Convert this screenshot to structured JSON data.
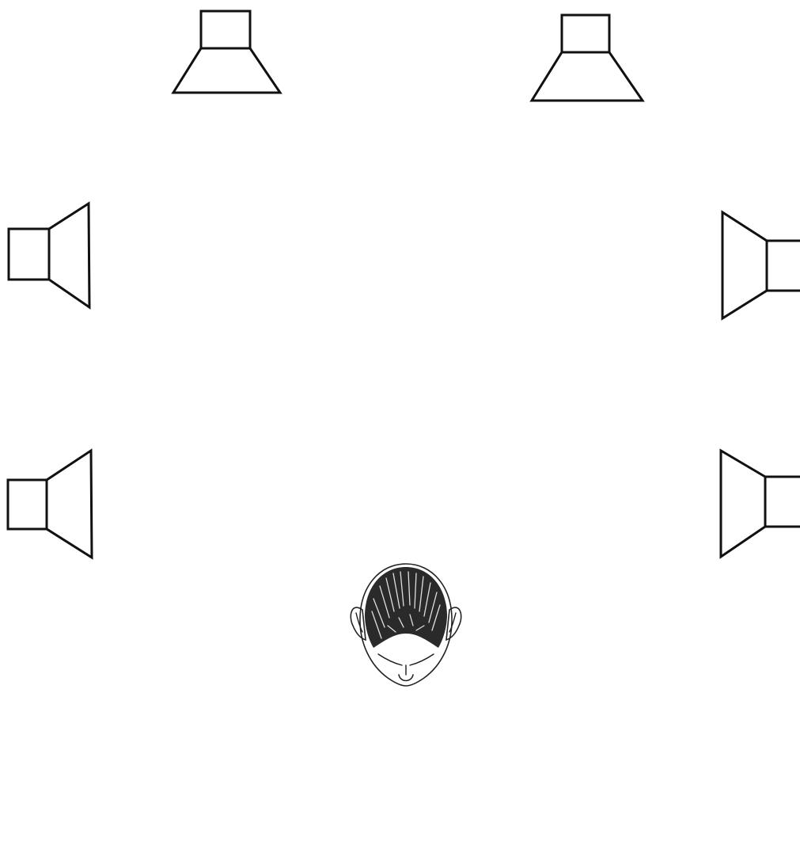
{
  "diagram": {
    "speaker_count": 6,
    "speakers": [
      {
        "id": "front-left",
        "facing": "down"
      },
      {
        "id": "front-right",
        "facing": "down"
      },
      {
        "id": "side-left",
        "facing": "right"
      },
      {
        "id": "side-right",
        "facing": "left"
      },
      {
        "id": "rear-left",
        "facing": "right"
      },
      {
        "id": "rear-right",
        "facing": "left"
      }
    ],
    "listener": {
      "id": "listener-head",
      "view": "top"
    }
  },
  "colors": {
    "ink": "#111111",
    "background": "#ffffff"
  }
}
